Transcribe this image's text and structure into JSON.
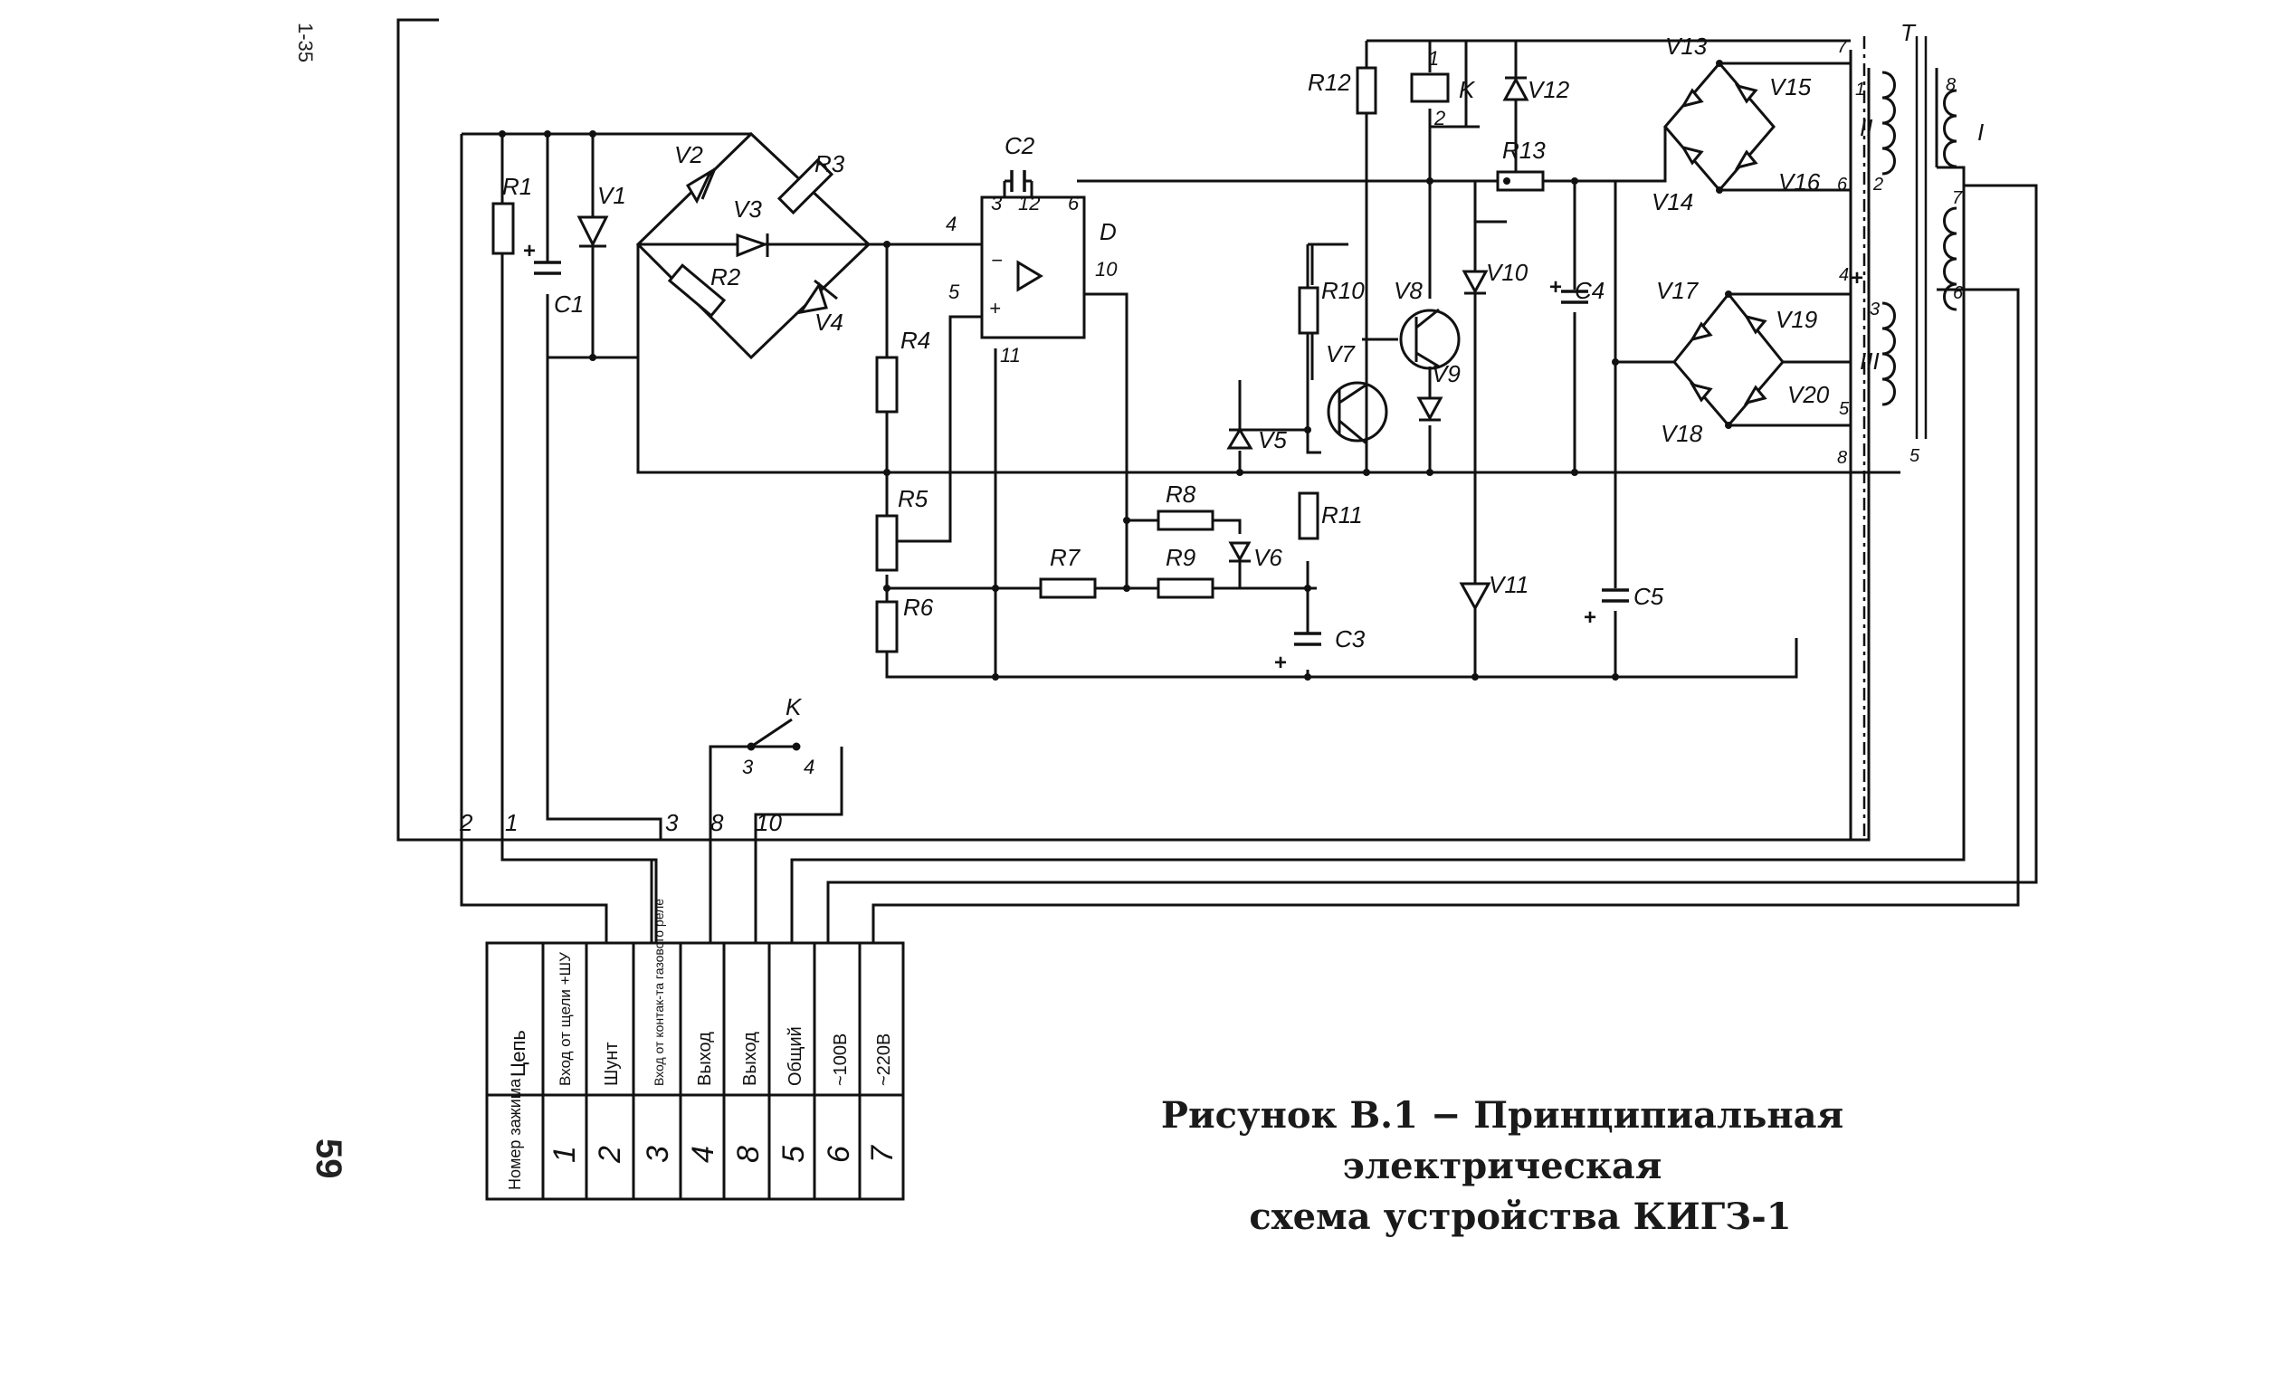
{
  "page": {
    "sheet_mark": "1-35",
    "page_number": "59"
  },
  "caption": {
    "line1": "Рисунок В.1 − Принципиальная электрическая",
    "line2": "схема устройства КИГЗ-1"
  },
  "components": {
    "R1": "R1",
    "R2": "R2",
    "R3": "R3",
    "R4": "R4",
    "R5": "R5",
    "R6": "R6",
    "R7": "R7",
    "R8": "R8",
    "R9": "R9",
    "R10": "R10",
    "R11": "R11",
    "R12": "R12",
    "R13": "R13",
    "C1": "C1",
    "C2": "C2",
    "C3": "C3",
    "C4": "C4",
    "C5": "C5",
    "V1": "V1",
    "V2": "V2",
    "V3": "V3",
    "V4": "V4",
    "V5": "V5",
    "V6": "V6",
    "V7": "V7",
    "V8": "V8",
    "V9": "V9",
    "V10": "V10",
    "V11": "V11",
    "V12": "V12",
    "V13": "V13",
    "V14": "V14",
    "V15": "V15",
    "V16": "V16",
    "V17": "V17",
    "V18": "V18",
    "V19": "V19",
    "V20": "V20",
    "D": "D",
    "K": "K",
    "T": "T",
    "winding_I": "I",
    "winding_II": "II",
    "winding_III": "III"
  },
  "opamp_pins": {
    "p3": "3",
    "p12": "12",
    "p6": "6",
    "p4": "4",
    "p5": "5",
    "p10": "10",
    "p11": "11",
    "minus": "−",
    "plus": "+"
  },
  "relay_pins": {
    "p1": "1",
    "p2": "2",
    "p3": "3",
    "p4": "4"
  },
  "transformer_pins": [
    "7",
    "1",
    "2",
    "6",
    "4",
    "3",
    "5",
    "8",
    "5",
    "8",
    "7",
    "6"
  ],
  "bus_numbers": [
    "2",
    "1",
    "3",
    "8",
    "10"
  ],
  "polarity_marks": [
    "+",
    "+",
    "+",
    "+",
    "+"
  ],
  "terminal_table": {
    "header_circuit": "Цепь",
    "header_number": "Номер зажима",
    "circuits": [
      {
        "name": "Вход от щели +ШУ",
        "number": "1"
      },
      {
        "name": "Шунт",
        "number": "2"
      },
      {
        "name": "Вход от контак-та газового реле",
        "number": "3"
      },
      {
        "name": "Выход",
        "number": "4"
      },
      {
        "name": "Выход",
        "number": "8"
      },
      {
        "name": "Общий",
        "number": "5"
      },
      {
        "name": "~100В",
        "number": "6"
      },
      {
        "name": "~220В",
        "number": "7"
      }
    ]
  }
}
